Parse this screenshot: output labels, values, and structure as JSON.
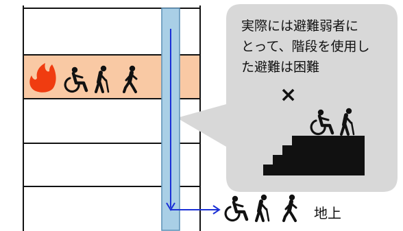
{
  "callout": {
    "lines": [
      "実際には避難弱者に",
      "とって、階段を使用し",
      "た避難は困難"
    ],
    "cross_mark": "×"
  },
  "ground_label": "地上",
  "icons": {
    "fire_floor": [
      "fire-icon",
      "wheelchair-user-icon",
      "elderly-cane-icon",
      "walking-person-icon"
    ],
    "exit_group": [
      "wheelchair-user-icon",
      "elderly-cane-icon",
      "walking-person-icon"
    ],
    "stair_group": [
      "wheelchair-user-icon",
      "elderly-cane-icon",
      "staircase-icon"
    ]
  },
  "colors": {
    "fire_floor_band": "#f9c9a4",
    "fire": "#f03c10",
    "stair_shaft": "#a9cfe6",
    "arrow": "#1a2fd6",
    "bubble": "#d8d8d8"
  }
}
